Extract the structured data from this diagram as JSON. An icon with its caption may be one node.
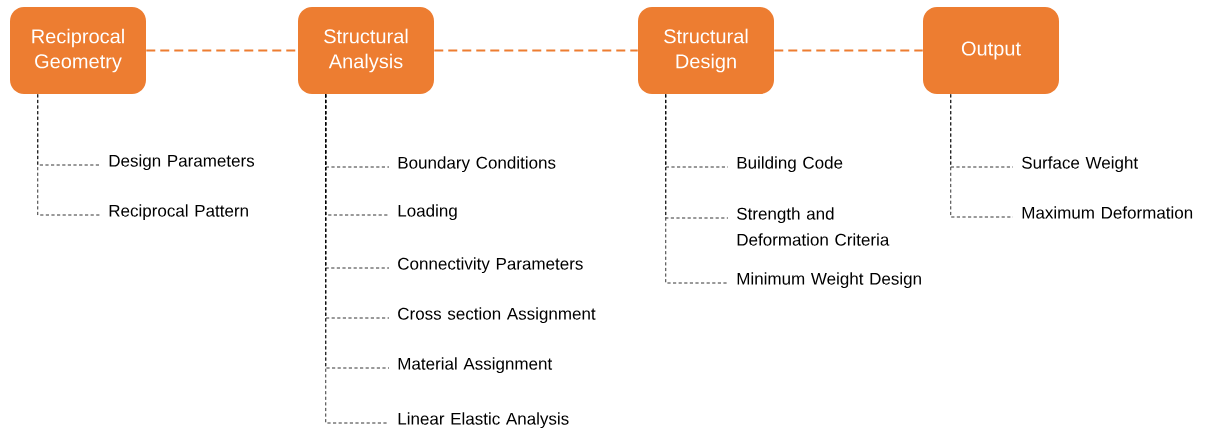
{
  "diagram": {
    "nodes": [
      {
        "text": [
          "Reciprocal Geometry"
        ]
      },
      {
        "text": [
          "Structural Analysis"
        ]
      },
      {
        "text": [
          "Structural Design"
        ]
      },
      {
        "text": [
          "Output"
        ]
      },
      {
        "text": [
          "Design Parameters"
        ]
      },
      {
        "text": [
          "Reciprocal Pattern"
        ]
      },
      {
        "text": [
          "Boundary Conditions"
        ]
      },
      {
        "text": [
          "Loading"
        ]
      },
      {
        "text": [
          "Connectivity Parameters"
        ]
      },
      {
        "text": [
          "Cross section Assignment"
        ]
      },
      {
        "text": [
          "Material Assignment"
        ]
      },
      {
        "text": [
          "Linear Elastic Analysis"
        ]
      },
      {
        "text": [
          "Building Code"
        ]
      },
      {
        "text": [
          "Strength and Deformation Criteria"
        ]
      },
      {
        "text": [
          "Minimum Weight Design"
        ]
      },
      {
        "text": [
          "Surface Weight"
        ]
      },
      {
        "text": [
          "Maximum Deformation"
        ]
      }
    ],
    "edges": [
      {
        "from": 0,
        "to": 1,
        "arrow": "none",
        "style": "dashed",
        "color": "#ed7d31"
      },
      {
        "from": 1,
        "to": 2,
        "arrow": "none",
        "style": "dashed",
        "color": "#ed7d31"
      },
      {
        "from": 2,
        "to": 3,
        "arrow": "none",
        "style": "dashed",
        "color": "#ed7d31"
      },
      {
        "from": 0,
        "to": 4,
        "arrow": "none",
        "style": "dashed"
      },
      {
        "from": 0,
        "to": 5,
        "arrow": "none",
        "style": "dashed"
      },
      {
        "from": 1,
        "to": 6,
        "arrow": "none",
        "style": "dashed"
      },
      {
        "from": 1,
        "to": 7,
        "arrow": "none",
        "style": "dashed"
      },
      {
        "from": 1,
        "to": 8,
        "arrow": "none",
        "style": "dashed"
      },
      {
        "from": 1,
        "to": 9,
        "arrow": "none",
        "style": "dashed"
      },
      {
        "from": 1,
        "to": 10,
        "arrow": "none",
        "style": "dashed"
      },
      {
        "from": 1,
        "to": 11,
        "arrow": "none",
        "style": "dashed"
      },
      {
        "from": 2,
        "to": 12,
        "arrow": "none",
        "style": "dashed"
      },
      {
        "from": 2,
        "to": 13,
        "arrow": "none",
        "style": "dashed"
      },
      {
        "from": 2,
        "to": 14,
        "arrow": "none",
        "style": "dashed"
      },
      {
        "from": 3,
        "to": 15,
        "arrow": "none",
        "style": "dashed"
      },
      {
        "from": 3,
        "to": 16,
        "arrow": "none",
        "style": "dashed"
      }
    ]
  }
}
